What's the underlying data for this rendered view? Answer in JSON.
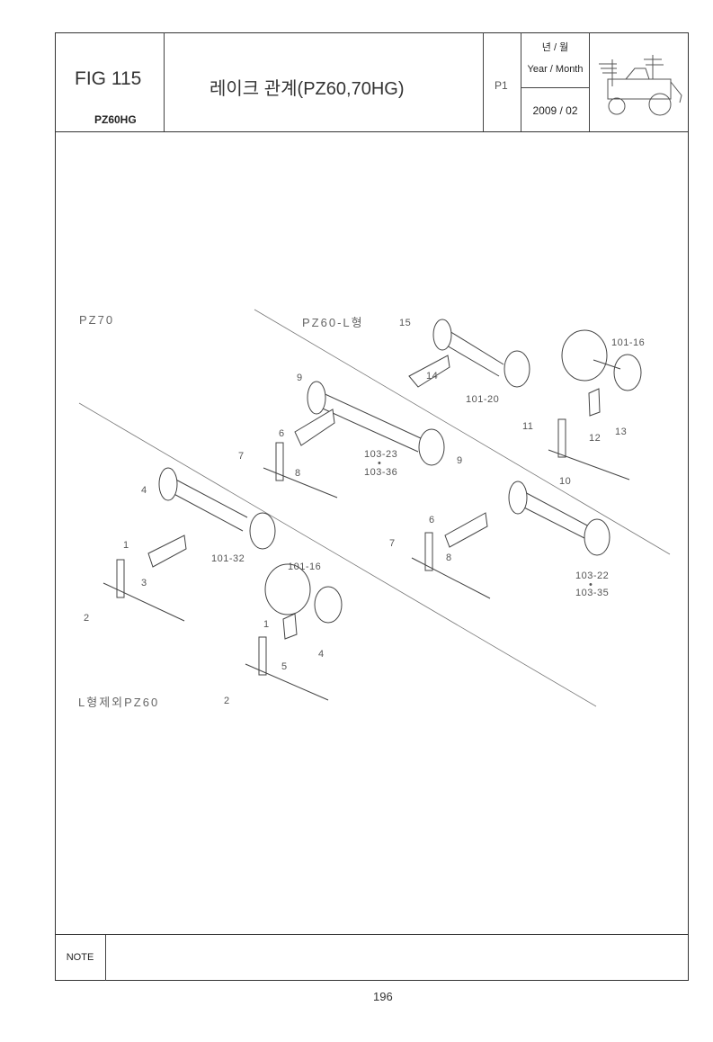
{
  "header": {
    "fig": "FIG 115",
    "model": "PZ60HG",
    "title": "레이크 관계(PZ60,70HG)",
    "page_code": "P1",
    "year_month_ko": "년 / 월",
    "year_month_en": "Year / Month",
    "date": "2009 / 02"
  },
  "diagram": {
    "sections": {
      "pz70": "PZ70",
      "pz60_l": "PZ60-L형",
      "pz60_other": "L형제외PZ60"
    },
    "callouts": [
      "15",
      "101-16",
      "9",
      "14",
      "101-20",
      "11",
      "12",
      "13",
      "6",
      "103-23",
      "•",
      "103-36",
      "7",
      "8",
      "9",
      "10",
      "4",
      "6",
      "7",
      "8",
      "1",
      "101-32",
      "101-16",
      "3",
      "103-22",
      "•",
      "103-35",
      "2",
      "1",
      "4",
      "5",
      "2"
    ]
  },
  "note": {
    "label": "NOTE"
  },
  "footer": {
    "page_number": "196"
  }
}
